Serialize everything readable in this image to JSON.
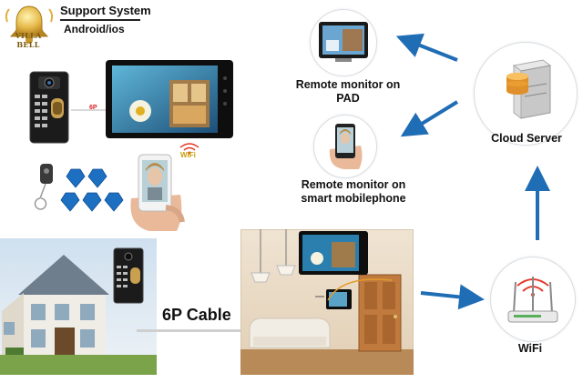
{
  "brand": {
    "name": "VILLA BELL"
  },
  "support": {
    "title": "Support System",
    "subtitle": "Android/ios"
  },
  "labels": {
    "pad": "Remote monitor on PAD",
    "phone_line1": "Remote monitor on",
    "phone_line2": "smart mobilephone",
    "cloud": "Cloud Server",
    "wifi": "WiFi",
    "cable": "6P Cable",
    "cable_tag": "6P",
    "wifi_badge": "WiFi"
  },
  "colors": {
    "arrow": "#1f6db5",
    "cable": "#cfcfcf",
    "accent": "#e23a2a"
  },
  "icons": [
    "bell-logo-icon",
    "doorbell-icon",
    "monitor-icon",
    "rfid-tag-icon",
    "phone-icon",
    "tablet-icon",
    "server-icon",
    "router-icon",
    "house-icon",
    "room-icon",
    "arrow-icon"
  ]
}
